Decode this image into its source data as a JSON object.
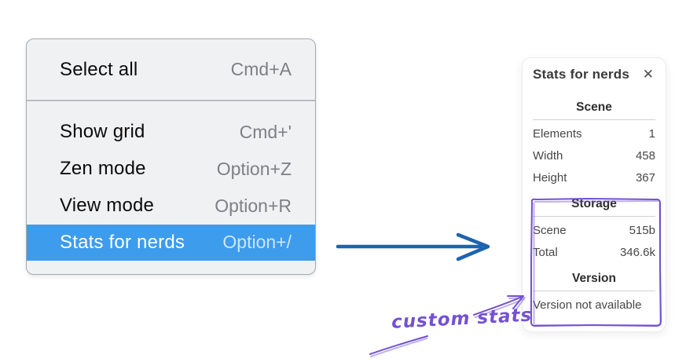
{
  "colors": {
    "menu_bg": "#f0f1f2",
    "menu_border": "#a6aaae",
    "menu_divider": "#b9bdc2",
    "menu_highlight": "#3d9cec",
    "shortcut_gray": "#7f7f84",
    "highlight_shortcut": "#cfe5f9",
    "panel_border": "#ebebee",
    "panel_hr": "#ced1d5",
    "blue_arrow": "#1d64ae",
    "purple": "#7351d2"
  },
  "context_menu": {
    "items": [
      {
        "label": "Select all",
        "shortcut": "Cmd+A",
        "selected": false
      },
      {
        "label": "Show grid",
        "shortcut": "Cmd+'",
        "selected": false
      },
      {
        "label": "Zen mode",
        "shortcut": "Option+Z",
        "selected": false
      },
      {
        "label": "View mode",
        "shortcut": "Option+R",
        "selected": false
      },
      {
        "label": "Stats for nerds",
        "shortcut": "Option+/",
        "selected": true
      }
    ]
  },
  "stats_panel": {
    "title": "Stats for nerds",
    "close_icon": "✕",
    "sections": [
      {
        "heading": "Scene",
        "rows": [
          {
            "label": "Elements",
            "value": "1"
          },
          {
            "label": "Width",
            "value": "458"
          },
          {
            "label": "Height",
            "value": "367"
          }
        ]
      },
      {
        "heading": "Storage",
        "rows": [
          {
            "label": "Scene",
            "value": "515b"
          },
          {
            "label": "Total",
            "value": "346.6k"
          }
        ]
      },
      {
        "heading": "Version",
        "rows": [],
        "note": "Version not available"
      }
    ]
  },
  "annotation": {
    "label": "custom stats"
  }
}
